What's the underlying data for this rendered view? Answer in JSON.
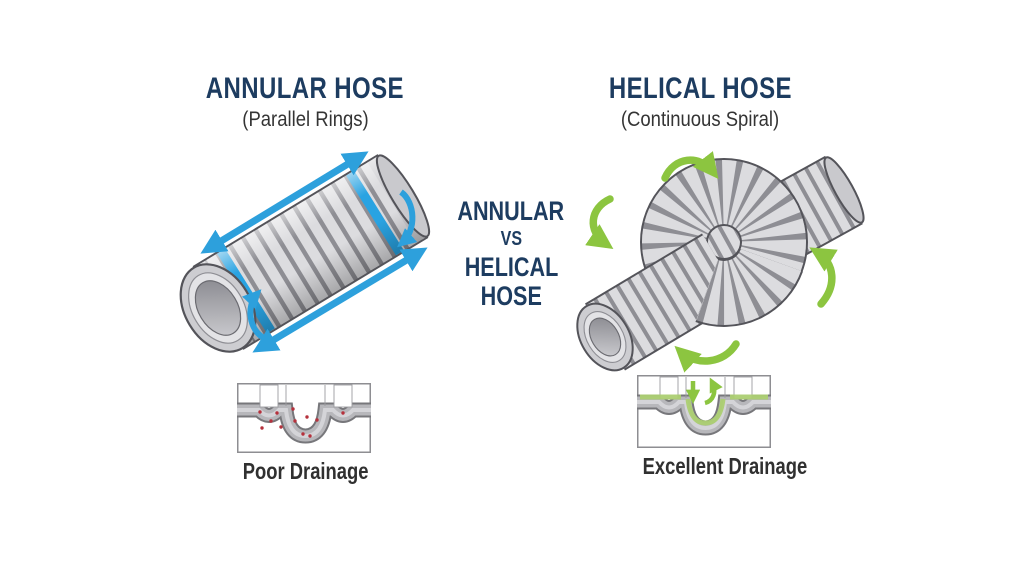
{
  "illustration": {
    "left": {
      "title": "ANNULAR HOSE",
      "subtitle": "(Parallel Rings)",
      "caption": "Poor Drainage"
    },
    "right": {
      "title": "HELICAL HOSE",
      "subtitle": "(Continuous Spiral)",
      "caption": "Excellent Drainage"
    },
    "center": {
      "line1": "ANNULAR",
      "line2": "VS",
      "line3": "HELICAL",
      "line4": "HOSE"
    }
  },
  "colors": {
    "background": "#ffffff",
    "title_navy": "#1d3c60",
    "subtitle_gray": "#343434",
    "caption_gray": "#303030",
    "arrow_blue": "#2da0dc",
    "ring_blue": "#29a3e2",
    "arrow_green": "#8cc540",
    "drain_green": "#accf72",
    "hose_ridge": "#dcdcdf",
    "hose_groove": "#8e8e94",
    "hose_outline": "#54545a",
    "debris_red": "#b5313c",
    "box_border": "#8e8e92"
  },
  "icons": {
    "left_top_arrow": "double-headed-length-arrow",
    "left_bottom_arrow": "double-headed-length-arrow",
    "left_ring_arrows": "curved-ring-rotation-arrow",
    "right_rotation_arrows": "curved-flex-rotation-arrow",
    "drain_down_arrow": "flow-down-arrow",
    "drain_turn_arrow": "flow-u-turn-arrow"
  }
}
